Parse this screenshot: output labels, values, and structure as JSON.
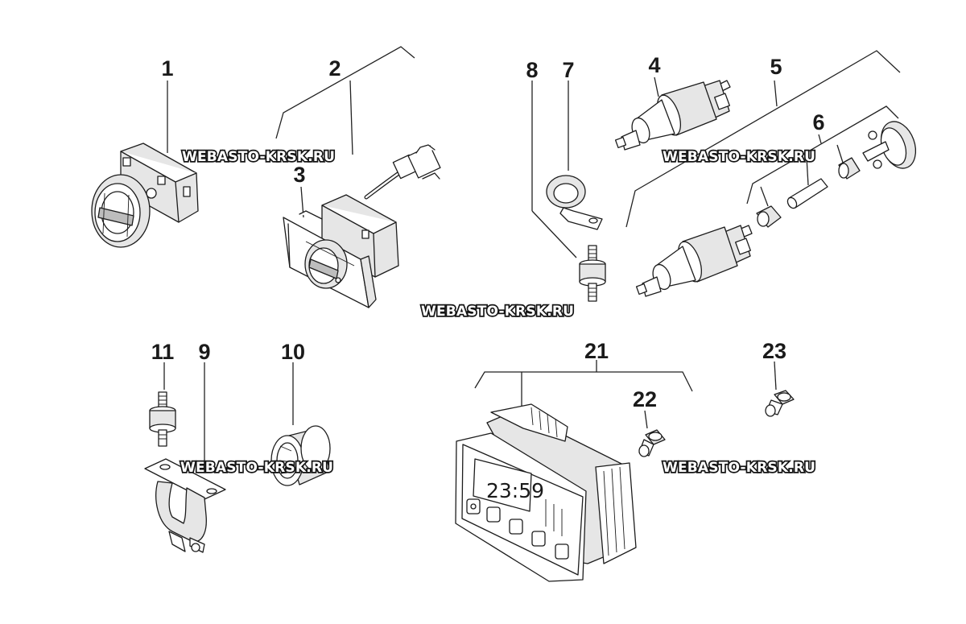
{
  "callouts": {
    "c1": "1",
    "c2": "2",
    "c3": "3",
    "c4": "4",
    "c5": "5",
    "c6": "6",
    "c7": "7",
    "c8": "8",
    "c9": "9",
    "c10": "10",
    "c11": "11",
    "c21": "21",
    "c22": "22",
    "c23": "23"
  },
  "watermark": "WEBASTO-KRSK.RU",
  "timer_display": "23:59"
}
